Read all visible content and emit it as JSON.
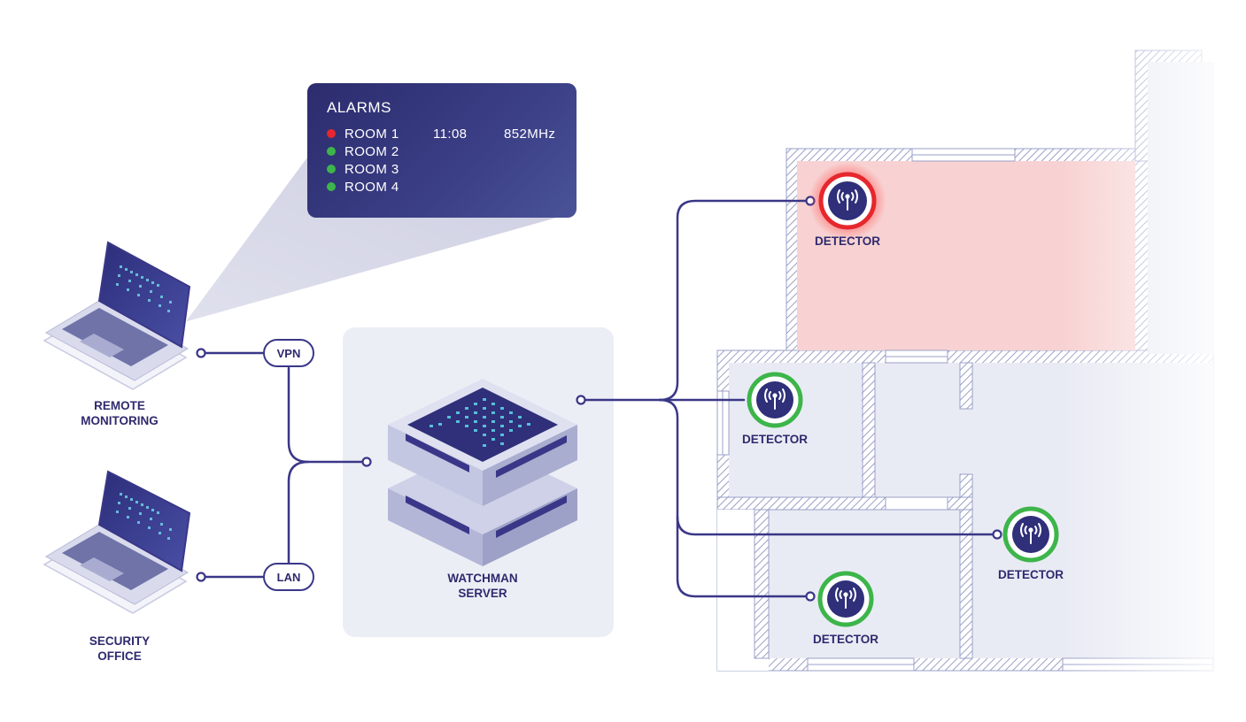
{
  "alarms": {
    "title": "ALARMS",
    "rooms": [
      {
        "name": "ROOM 1",
        "time": "11:08",
        "freq": "852MHz",
        "status_color": "#e6272d"
      },
      {
        "name": "ROOM 2",
        "time": "",
        "freq": "",
        "status_color": "#3db54a"
      },
      {
        "name": "ROOM 3",
        "time": "",
        "freq": "",
        "status_color": "#3db54a"
      },
      {
        "name": "ROOM 4",
        "time": "",
        "freq": "",
        "status_color": "#3db54a"
      }
    ]
  },
  "clients": {
    "remote": {
      "label_line1": "REMOTE",
      "label_line2": "MONITORING"
    },
    "security": {
      "label_line1": "SECURITY",
      "label_line2": "OFFICE"
    }
  },
  "connections": {
    "vpn": "VPN",
    "lan": "LAN"
  },
  "server": {
    "label_line1": "WATCHMAN",
    "label_line2": "SERVER"
  },
  "detectors": [
    {
      "label": "DETECTOR",
      "state": "alarm",
      "ring_color": "#e6272d"
    },
    {
      "label": "DETECTOR",
      "state": "ok",
      "ring_color": "#3db54a"
    },
    {
      "label": "DETECTOR",
      "state": "ok",
      "ring_color": "#3db54a"
    },
    {
      "label": "DETECTOR",
      "state": "ok",
      "ring_color": "#3db54a"
    }
  ],
  "colors": {
    "line": "#3a3788",
    "alarm_room": "#f8d2d2",
    "floor": "#e9ebf4"
  }
}
